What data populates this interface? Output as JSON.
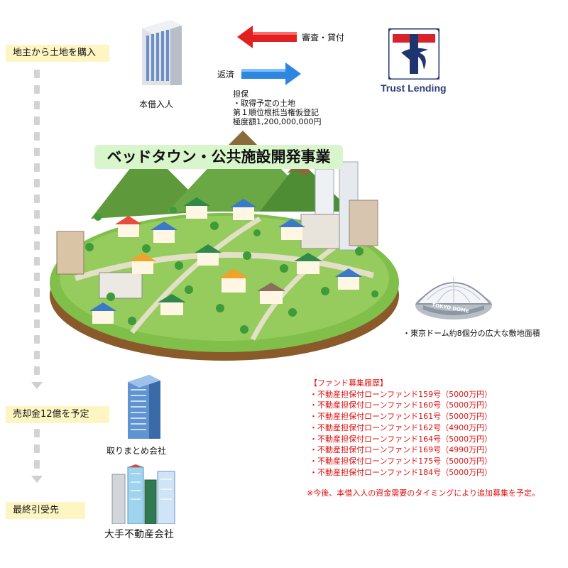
{
  "steps": {
    "step1": "地主から土地を購入",
    "step2": "売却金12億を予定",
    "step3": "最終引受先"
  },
  "borrower": "本借入人",
  "flows": {
    "review_loan": "審査・貸付",
    "repayment": "返済"
  },
  "lender": "Trust Lending",
  "collateral": [
    "担保",
    "・取得予定の土地",
    "第１順位根抵当権仮登記",
    "極度額1,200,000,000円"
  ],
  "project_title": "ベッドタウン・公共施設開発事業",
  "dome_label": "TOKYO DOME",
  "site_area_note": "・東京ドーム約8個分の広大な敷地面積",
  "coordinator": "取りまとめ会社",
  "final_buyer": "大手不動産会社",
  "fund_history": {
    "title": "【ファンド募集履歴】",
    "items": [
      "・不動産担保付ローンファンド159号（5000万円）",
      "・不動産担保付ローンファンド160号（5000万円）",
      "・不動産担保付ローンファンド161号（5000万円）",
      "・不動産担保付ローンファンド162号（4900万円）",
      "・不動産担保付ローンファンド164号（5000万円）",
      "・不動産担保付ローンファンド169号（4990万円）",
      "・不動産担保付ローンファンド175号（5000万円）",
      "・不動産担保付ローンファンド184号（5000万円）"
    ],
    "note": "※今後、本借入人の資金需要のタイミングにより追加募集を予定。"
  },
  "colors": {
    "label_bg": "#fdf6c3",
    "banner_bg": "#d8f5cc",
    "fund_text": "#e01010",
    "arrow_loan": "#e32020",
    "arrow_repay": "#2d86e0",
    "logo_red": "#d8232a",
    "logo_navy": "#1f3570"
  },
  "icons": [
    "office-building-icon",
    "trust-lending-logo-icon",
    "tokyo-dome-icon",
    "town-illustration",
    "skyscraper-cluster-icon"
  ]
}
